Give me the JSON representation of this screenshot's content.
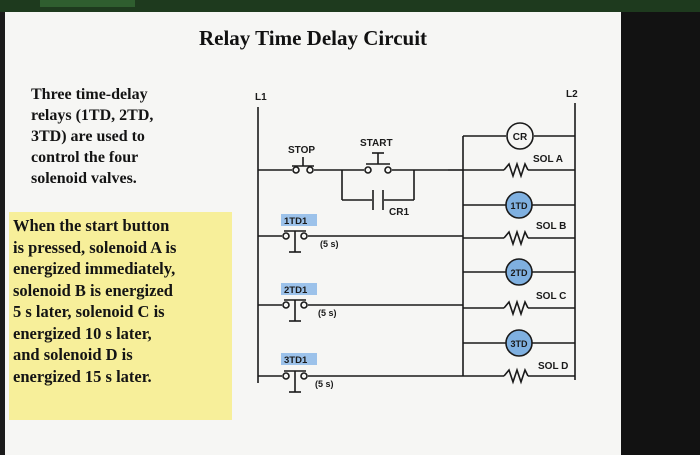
{
  "title": "Relay Time Delay Circuit",
  "description": "Three time-delay\nrelays (1TD, 2TD,\n3TD) are used to\ncontrol the four\nsolenoid valves.",
  "explanation": "When the start button\nis pressed, solenoid A is\nenergized immediately,\nsolenoid B is energized\n5 s later, solenoid C is\nenergized 10 s later,\nand solenoid D is\nenergized 15 s later.",
  "diagram": {
    "rail_left": "L1",
    "rail_right": "L2",
    "stop_label": "STOP",
    "start_label": "START",
    "holding_contact": "CR1",
    "relay_coil": "CR",
    "sol_a": "SOL A",
    "coil_1": "1TD",
    "sol_b": "SOL B",
    "coil_2": "2TD",
    "sol_c": "SOL C",
    "coil_3": "3TD",
    "sol_d": "SOL D",
    "contact_1": "1TD1",
    "contact_2": "2TD1",
    "contact_3": "3TD1",
    "delay_1": "(5 s)",
    "delay_2": "(5 s)",
    "delay_3": "(5 s)"
  },
  "colors": {
    "highlight": "#f7ef9a",
    "coil_fill": "#7fb0e0",
    "contact_fill": "#9cc2ea"
  }
}
